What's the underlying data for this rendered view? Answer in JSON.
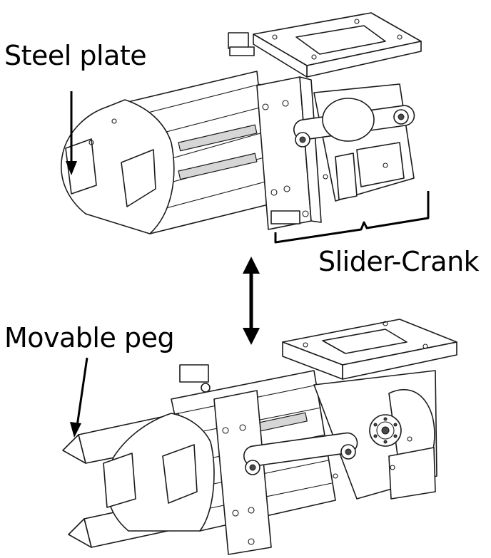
{
  "labels": {
    "steel_plate": "Steel plate",
    "slider_crank": "Slider-Crank",
    "movable_peg": "Movable peg"
  },
  "colors": {
    "line": "#1a1a1a",
    "fill": "#ffffff",
    "shade": "#d6d6d6"
  }
}
